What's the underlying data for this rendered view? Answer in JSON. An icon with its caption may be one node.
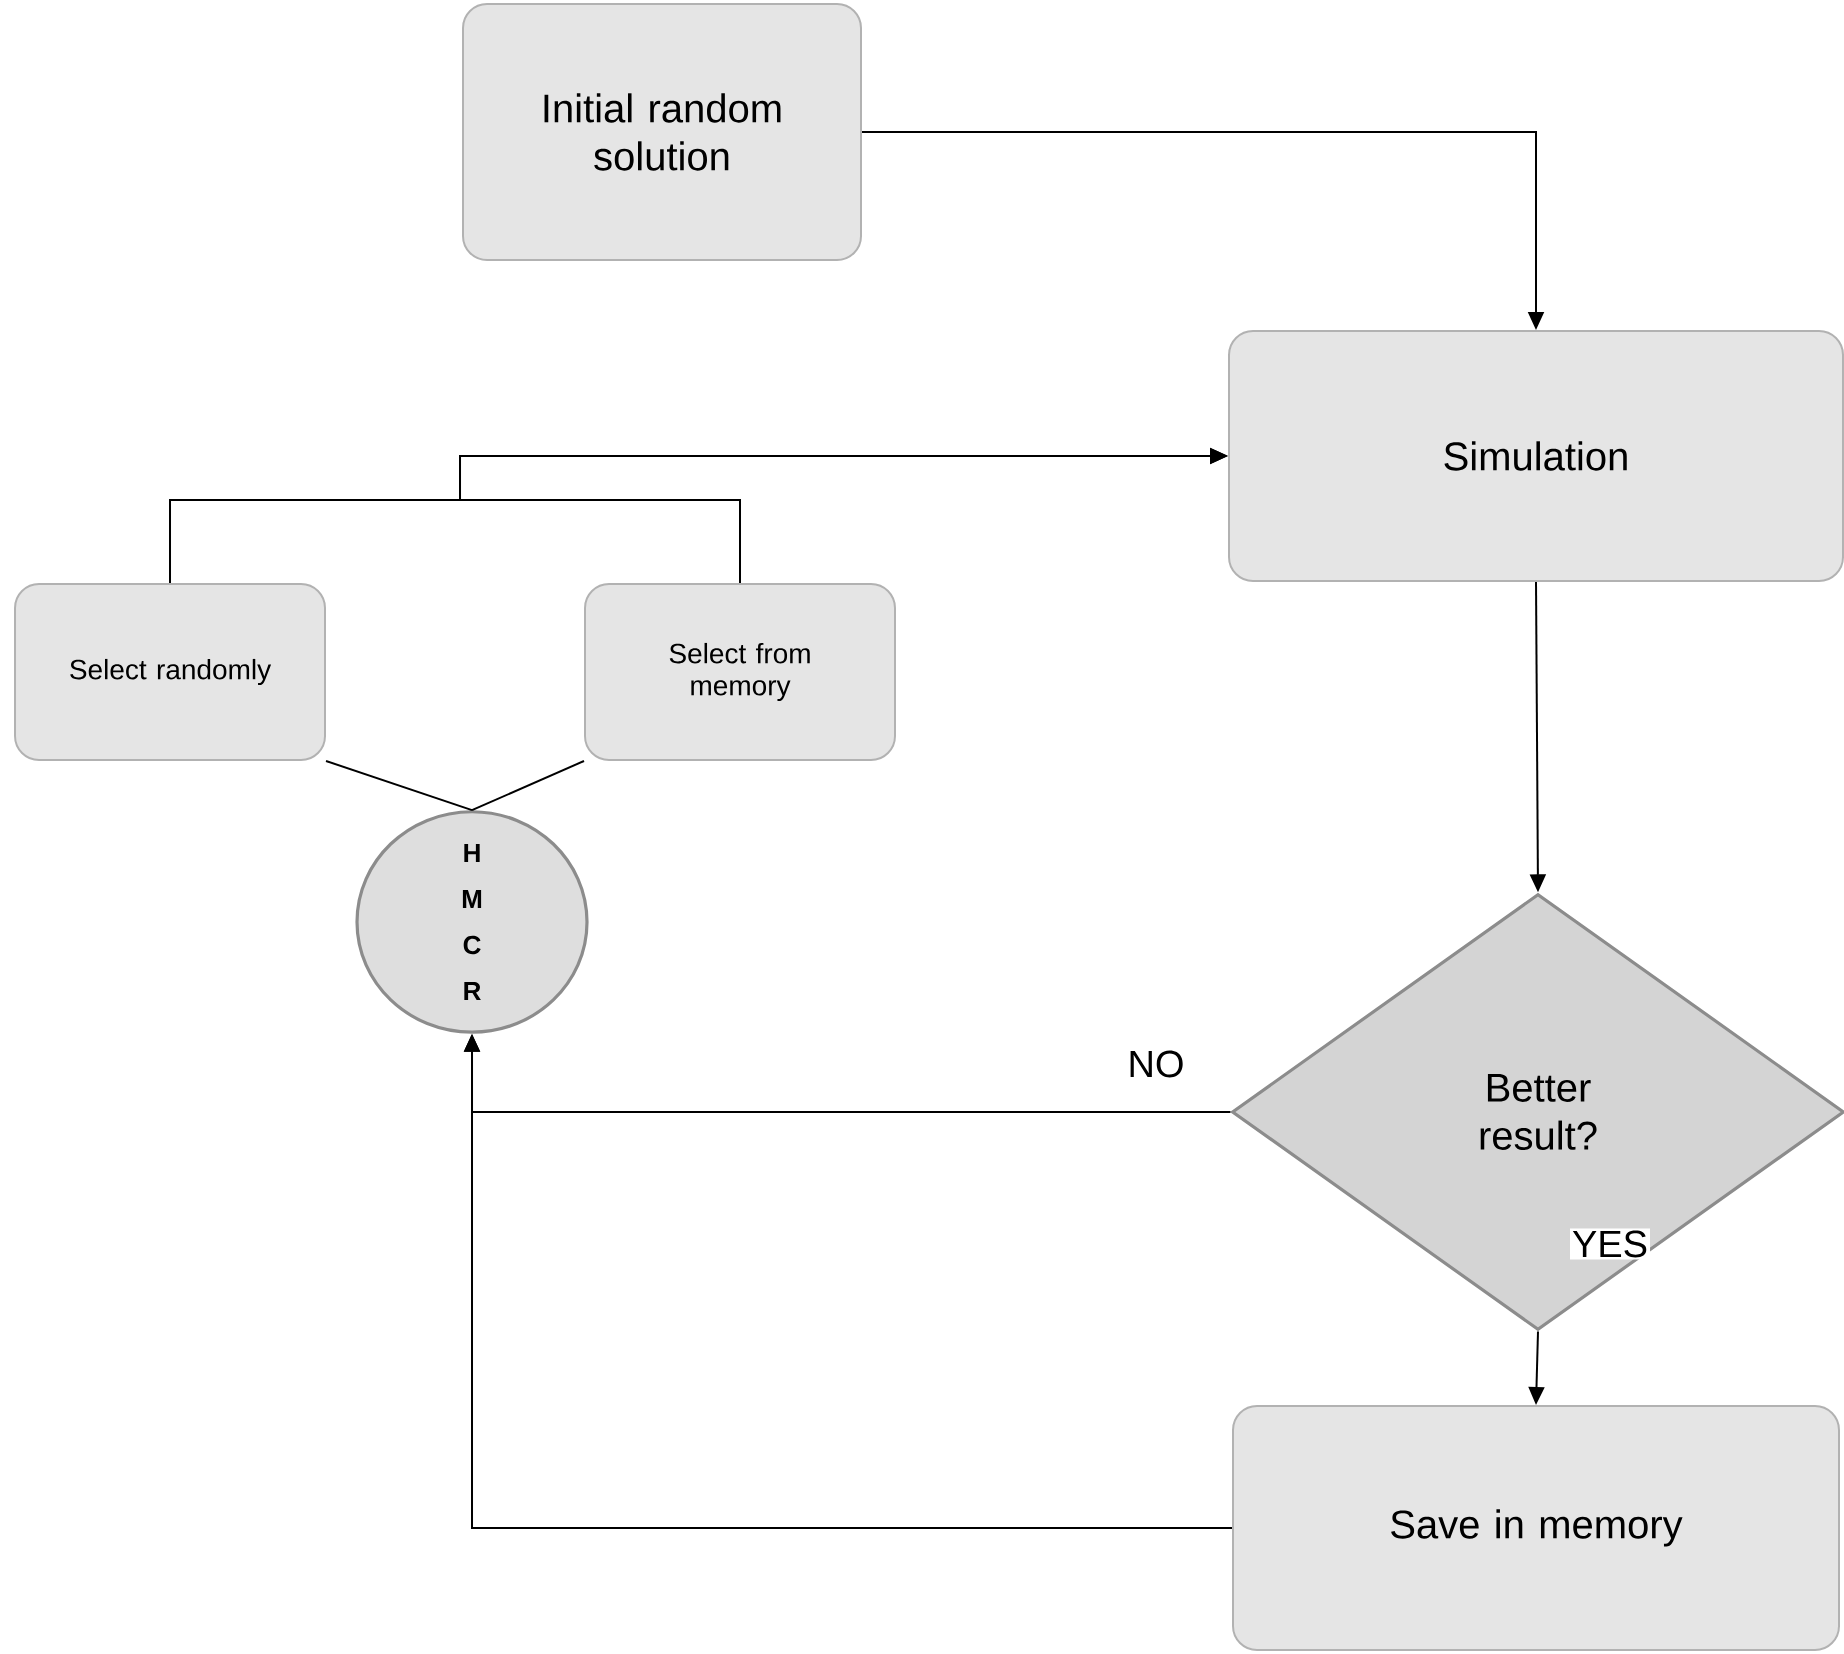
{
  "diagram": {
    "nodes": [
      {
        "text": [
          "Initial random solution"
        ]
      },
      {
        "text": [
          "Simulation"
        ]
      },
      {
        "text": [
          "Select randomly"
        ]
      },
      {
        "text": [
          "Select from memory"
        ]
      },
      {
        "text": [
          "HMCR"
        ]
      },
      {
        "text": [
          "Better result?"
        ]
      },
      {
        "text": [
          "Save in memory"
        ]
      }
    ],
    "edges": [
      {
        "from": 0,
        "to": 1,
        "arrow": "to"
      },
      {
        "from": 2,
        "to": 1,
        "arrow": "to"
      },
      {
        "from": 3,
        "to": 1,
        "arrow": "to"
      },
      {
        "from": 2,
        "to": 4,
        "arrow": "none"
      },
      {
        "from": 3,
        "to": 4,
        "arrow": "none"
      },
      {
        "from": 1,
        "to": 5,
        "arrow": "to"
      },
      {
        "from": 5,
        "to": 4,
        "arrow": "to",
        "label": "NO"
      },
      {
        "from": 5,
        "to": 6,
        "arrow": "to",
        "label": "YES"
      },
      {
        "from": 6,
        "to": 4,
        "arrow": "to"
      }
    ]
  }
}
